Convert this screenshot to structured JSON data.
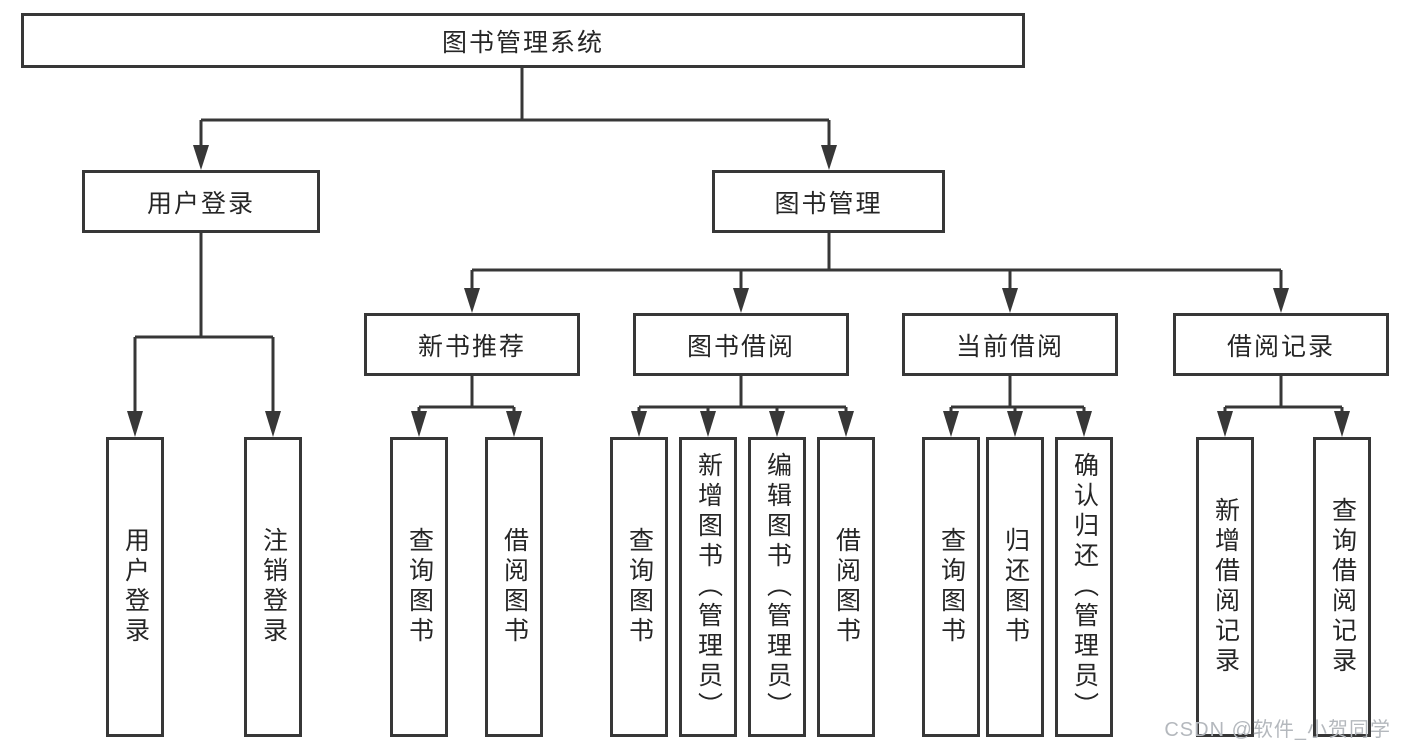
{
  "diagram": {
    "title_node": {
      "label": "图书管理系统"
    },
    "level2": [
      {
        "label": "用户登录"
      },
      {
        "label": "图书管理"
      }
    ],
    "level3": [
      {
        "label": "新书推荐"
      },
      {
        "label": "图书借阅"
      },
      {
        "label": "当前借阅"
      },
      {
        "label": "借阅记录"
      }
    ],
    "leaves": {
      "user_login": [
        {
          "label": "用户登录"
        },
        {
          "label": "注销登录"
        }
      ],
      "new_book_recommend": [
        {
          "label": "查询图书"
        },
        {
          "label": "借阅图书"
        }
      ],
      "book_borrowing": [
        {
          "label": "查询图书"
        },
        {
          "label": "新增图书（管理员）"
        },
        {
          "label": "编辑图书（管理员）"
        },
        {
          "label": "借阅图书"
        }
      ],
      "current_borrowing": [
        {
          "label": "查询图书"
        },
        {
          "label": "归还图书"
        },
        {
          "label": "确认归还（管理员）"
        }
      ],
      "borrowing_records": [
        {
          "label": "新增借阅记录"
        },
        {
          "label": "查询借阅记录"
        }
      ]
    }
  },
  "watermark": {
    "text": "CSDN @软件_小贺同学",
    "color": "#b4b8bd"
  },
  "colors": {
    "line": "#373737",
    "text": "#262626",
    "background": "#ffffff"
  }
}
